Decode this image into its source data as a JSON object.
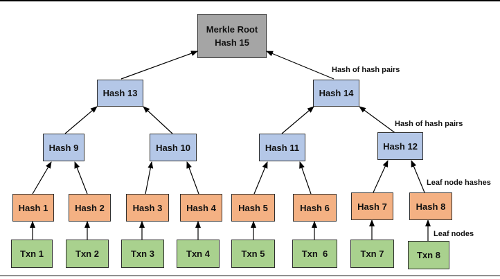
{
  "root": {
    "line1": "Merkle Root",
    "line2": "Hash 15"
  },
  "level2": [
    "Hash 13",
    "Hash 14"
  ],
  "level3": [
    "Hash 9",
    "Hash 10",
    "Hash 11",
    "Hash 12"
  ],
  "leaves": [
    "Hash 1",
    "Hash 2",
    "Hash 3",
    "Hash 4",
    "Hash 5",
    "Hash 6",
    "Hash 7",
    "Hash 8"
  ],
  "txns": [
    "Txn 1",
    "Txn 2",
    "Txn 3",
    "Txn 4",
    "Txn 5",
    "Txn  6",
    "Txn 7",
    "Txn 8"
  ],
  "annotations": {
    "hash_pairs_top": "Hash of hash pairs",
    "hash_pairs_mid": "Hash of hash pairs",
    "leaf_node_hashes": "Leaf node hashes",
    "leaf_nodes": "Leaf nodes"
  },
  "colors": {
    "root": "#a5a5a5",
    "hash": "#b4c7e7",
    "leaf_hash": "#f4b183",
    "txn": "#a9d18e"
  }
}
